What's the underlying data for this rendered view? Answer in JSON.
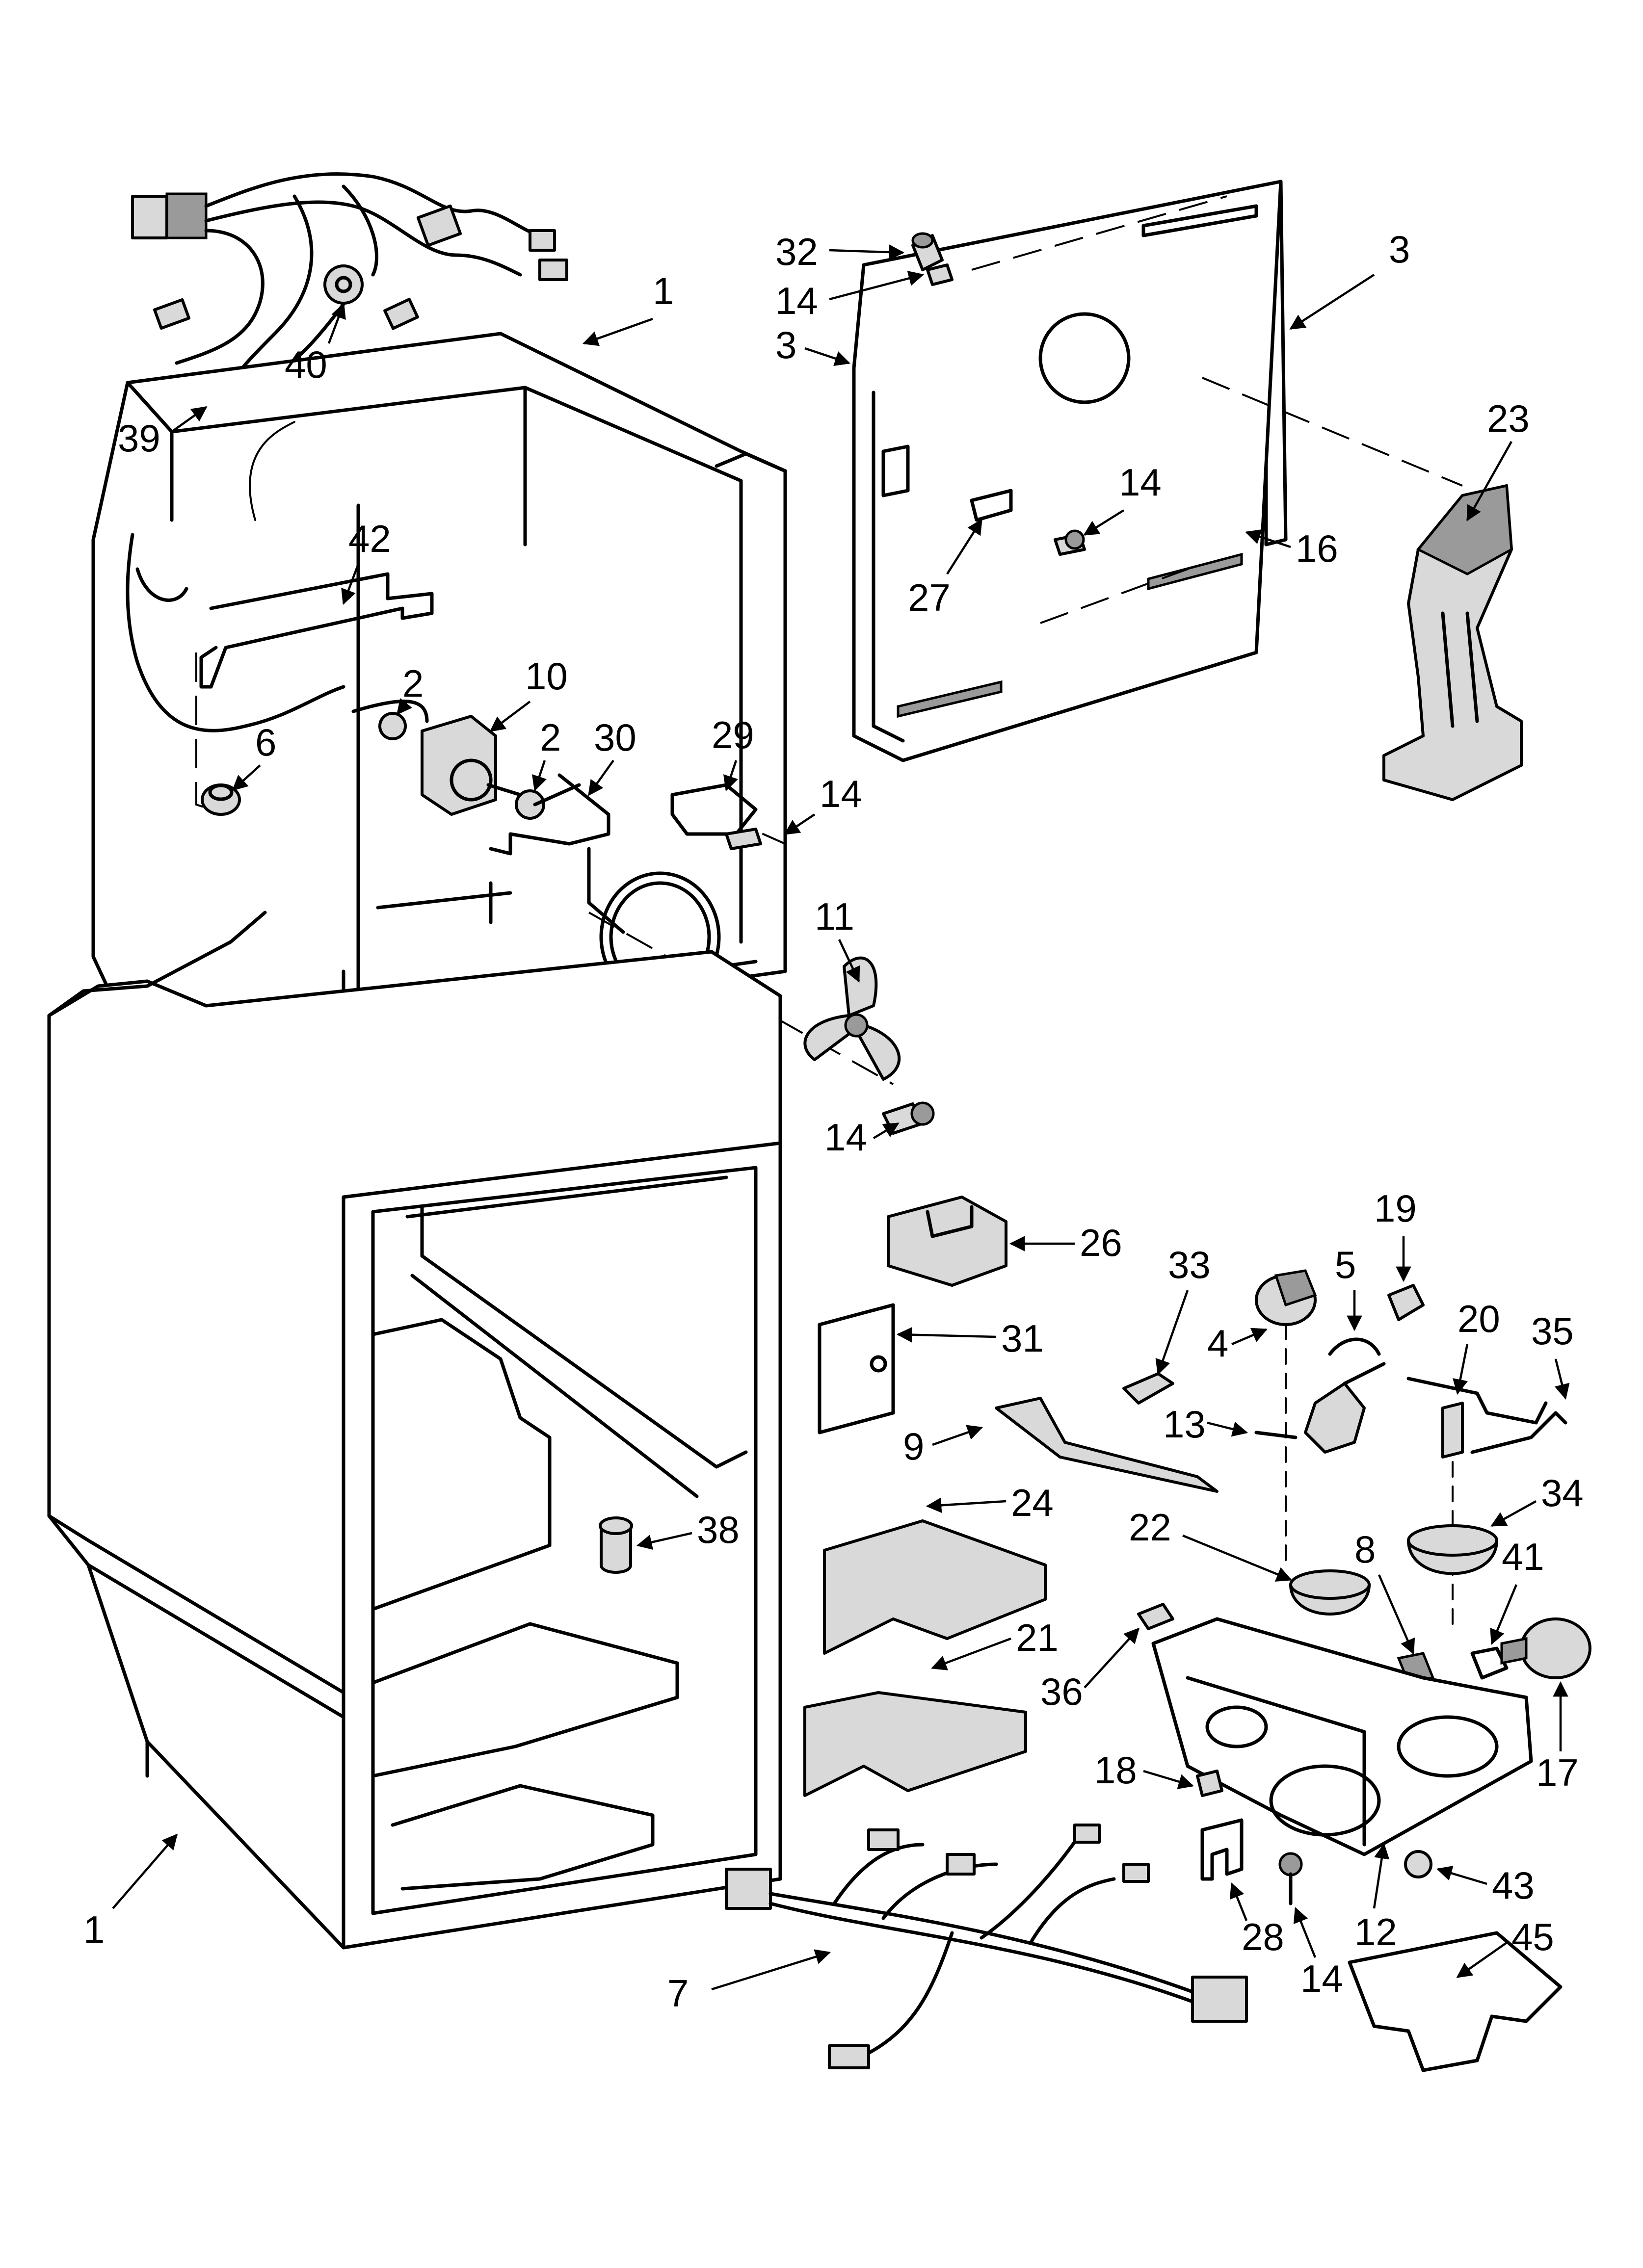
{
  "diagram": {
    "callouts": [
      {
        "id": "c32",
        "label": "32"
      },
      {
        "id": "c14a",
        "label": "14"
      },
      {
        "id": "c3a",
        "label": "3"
      },
      {
        "id": "c3b",
        "label": "3"
      },
      {
        "id": "c23",
        "label": "23"
      },
      {
        "id": "c14b",
        "label": "14"
      },
      {
        "id": "c16",
        "label": "16"
      },
      {
        "id": "c27",
        "label": "27"
      },
      {
        "id": "c1a",
        "label": "1"
      },
      {
        "id": "c40",
        "label": "40"
      },
      {
        "id": "c39",
        "label": "39"
      },
      {
        "id": "c42",
        "label": "42"
      },
      {
        "id": "c2a",
        "label": "2"
      },
      {
        "id": "c10",
        "label": "10"
      },
      {
        "id": "c6",
        "label": "6"
      },
      {
        "id": "c2b",
        "label": "2"
      },
      {
        "id": "c30",
        "label": "30"
      },
      {
        "id": "c29",
        "label": "29"
      },
      {
        "id": "c14c",
        "label": "14"
      },
      {
        "id": "c11",
        "label": "11"
      },
      {
        "id": "c14d",
        "label": "14"
      },
      {
        "id": "c26",
        "label": "26"
      },
      {
        "id": "c19",
        "label": "19"
      },
      {
        "id": "c33",
        "label": "33"
      },
      {
        "id": "c5",
        "label": "5"
      },
      {
        "id": "c20",
        "label": "20"
      },
      {
        "id": "c35",
        "label": "35"
      },
      {
        "id": "c4",
        "label": "4"
      },
      {
        "id": "c31",
        "label": "31"
      },
      {
        "id": "c13",
        "label": "13"
      },
      {
        "id": "c9",
        "label": "9"
      },
      {
        "id": "c34",
        "label": "34"
      },
      {
        "id": "c24",
        "label": "24"
      },
      {
        "id": "c22",
        "label": "22"
      },
      {
        "id": "c8",
        "label": "8"
      },
      {
        "id": "c41",
        "label": "41"
      },
      {
        "id": "c38",
        "label": "38"
      },
      {
        "id": "c21",
        "label": "21"
      },
      {
        "id": "c36",
        "label": "36"
      },
      {
        "id": "c17",
        "label": "17"
      },
      {
        "id": "c18",
        "label": "18"
      },
      {
        "id": "c43",
        "label": "43"
      },
      {
        "id": "c28",
        "label": "28"
      },
      {
        "id": "c14e",
        "label": "14"
      },
      {
        "id": "c12",
        "label": "12"
      },
      {
        "id": "c1b",
        "label": "1"
      },
      {
        "id": "c7",
        "label": "7"
      },
      {
        "id": "c45",
        "label": "45"
      }
    ]
  }
}
